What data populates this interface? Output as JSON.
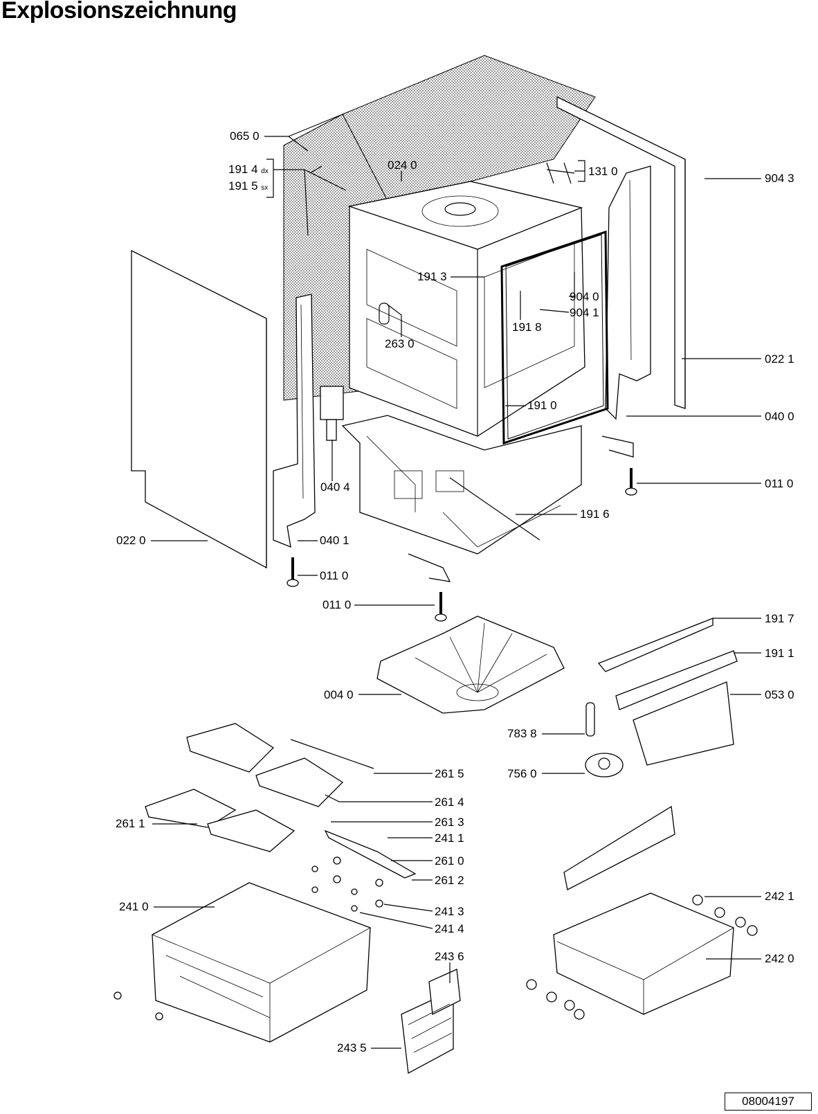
{
  "title": "Explosionszeichnung",
  "doc_number": "08004197",
  "labels": {
    "p0650": "065 0",
    "p1914": "191 4",
    "p1914_sub": "dx",
    "p1915": "191 5",
    "p1915_sub": "sx",
    "p0240": "024 0",
    "p1310": "131 0",
    "p9043": "904 3",
    "p1913": "191 3",
    "p9040": "904 0",
    "p9041": "904 1",
    "p1918": "191 8",
    "p2630": "263 0",
    "p0221": "022 1",
    "p1910": "191 0",
    "p0400": "040 0",
    "p0110a": "011 0",
    "p0404": "040 4",
    "p1916": "191 6",
    "p0220": "022 0",
    "p0401": "040 1",
    "p0110b": "011 0",
    "p0110c": "011 0",
    "p1917": "191 7",
    "p1911": "191 1",
    "p0040": "004 0",
    "p0530": "053 0",
    "p7838": "783 8",
    "p7560": "756 0",
    "p2615": "261 5",
    "p2614": "261 4",
    "p2611": "261 1",
    "p2613": "261 3",
    "p2411": "241 1",
    "p2610": "261 0",
    "p2612": "261 2",
    "p2410": "241 0",
    "p2413": "241 3",
    "p2414": "241 4",
    "p2421": "242 1",
    "p2436": "243 6",
    "p2420": "242 0",
    "p2435": "243 5"
  }
}
